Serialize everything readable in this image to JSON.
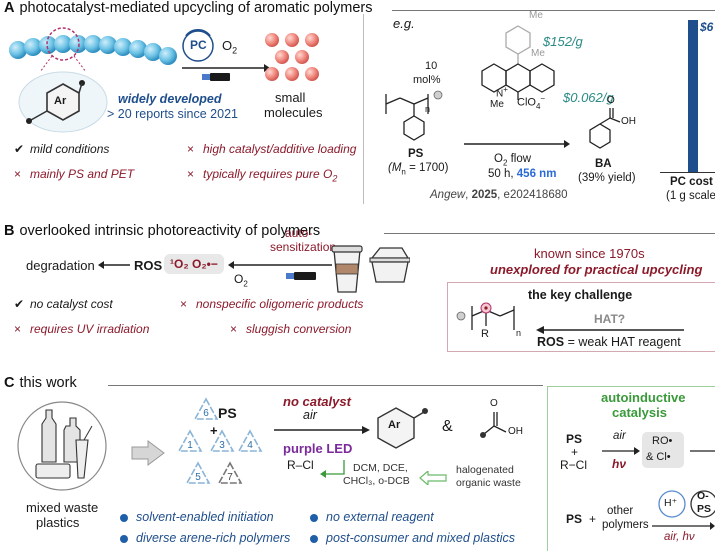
{
  "sectionA": {
    "letter": "A",
    "title": "photocatalyst-mediated upcycling of aromatic polymers",
    "pc_label": "PC",
    "o2": "O",
    "o2_sub": "2",
    "ar": "Ar",
    "widely": "widely developed",
    "reports": "> 20 reports since 2021",
    "small": "small",
    "molecules": "molecules",
    "eg": "e.g.",
    "mol_amount": "10",
    "mol_unit": "mol%",
    "me": "Me",
    "cat_price": "$152/g",
    "ba_price": "$0.062/g",
    "clo4": "ClO",
    "clo4_sub": "4",
    "clo4_sup": "−",
    "ps": "PS",
    "mn_prefix": "(M",
    "mn_sub": "n",
    "mn_value": " = 1700)",
    "o2_flow": "O",
    "o2_flow_rest": " flow",
    "cond_time": "50 h, ",
    "cond_nm": "456 nm",
    "ba": "BA",
    "ba_yield": "(39% yield)",
    "oh": "OH",
    "o": "O",
    "n": "n",
    "ref_journal": "Angew",
    "ref_year": "2025",
    "ref_id": ", e202418680",
    "pc_cost": "PC cost",
    "scale": "(1 g scale",
    "bar_label": "$6",
    "pros": [
      {
        "sym": "✔",
        "text": "mild conditions"
      },
      {
        "sym": "×",
        "text": "high catalyst/additive loading"
      },
      {
        "sym": "×",
        "text": "mainly PS and PET"
      },
      {
        "sym": "×",
        "text": "typically requires pure O"
      }
    ]
  },
  "sectionB": {
    "letter": "B",
    "title": "overlooked intrinsic photoreactivity of polymers",
    "auto": "auto-",
    "sensitization": "sensitization",
    "degradation": "degradation",
    "ros": "ROS",
    "ros_box": "¹O₂ O₂•−",
    "o2": "O",
    "o2_sub": "2",
    "known": "known since 1970s",
    "unexplored": "unexplored for practical upcycling",
    "challenge": "the key challenge",
    "hat": "HAT?",
    "ros_weak_1": "ROS",
    "ros_weak_2": " = weak HAT reagent",
    "r": "R",
    "n": "n",
    "marks": [
      {
        "sym": "✔",
        "text": "no catalyst cost"
      },
      {
        "sym": "×",
        "text": "nonspecific oligomeric products"
      },
      {
        "sym": "×",
        "text": "requires UV irradiation"
      },
      {
        "sym": "×",
        "text": "sluggish conversion"
      }
    ]
  },
  "sectionC": {
    "letter": "C",
    "title": "this work",
    "mixed_1": "mixed waste",
    "mixed_2": "plastics",
    "ps": "PS",
    "plus": "+",
    "recycle_codes": [
      "6",
      "1",
      "3",
      "4",
      "5",
      "7"
    ],
    "no_catalyst": "no catalyst",
    "air": "air",
    "purple_led": "purple LED",
    "rcl": "R–Cl",
    "solvents_1": "DCM, DCE,",
    "solvents_2": "CHCl₃, o-DCB",
    "ar": "Ar",
    "amp": "&",
    "oh": "OH",
    "o": "O",
    "halo_1": "halogenated",
    "halo_2": "organic waste",
    "autoinductive_1": "autoinductive",
    "autoinductive_2": "catalysis",
    "ps_plus": "PS",
    "rcl_2": "R−Cl",
    "air_2": "air",
    "hv": "hν",
    "ro_1": "RO•",
    "ro_2": "& Cl•",
    "other_1": "other",
    "other_2": "polymers",
    "h_plus": "H⁺",
    "ops_1": "O-",
    "ops_2": "PS",
    "air_hv": "air, hν",
    "bullets": [
      "solvent-enabled initiation",
      "no external reagent",
      "diverse arene-rich polymers",
      "post-consumer and mixed plastics"
    ]
  }
}
